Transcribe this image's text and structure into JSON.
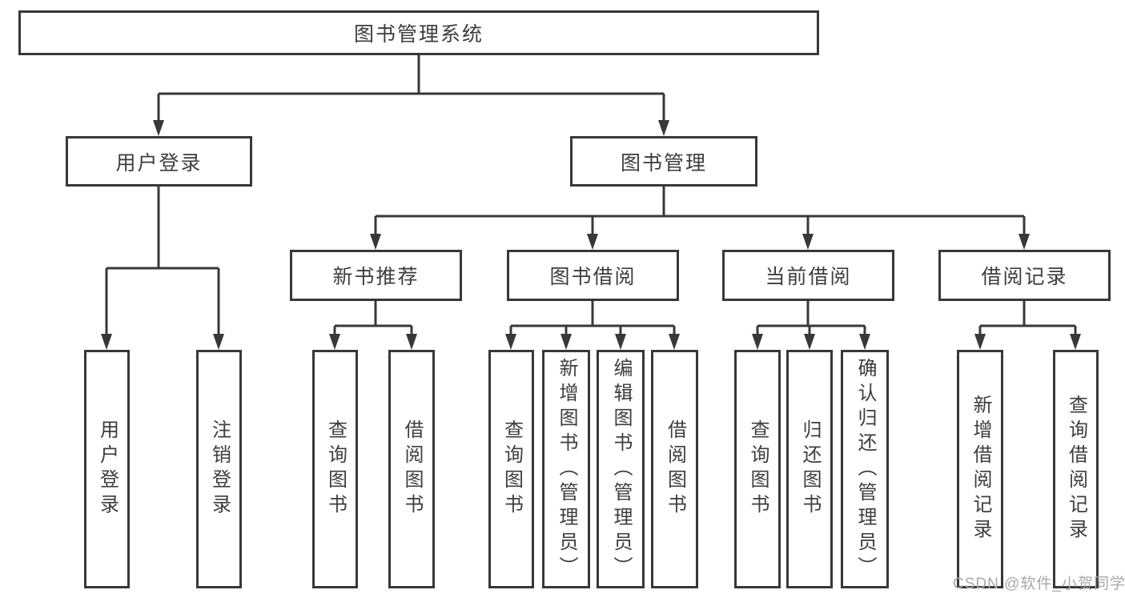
{
  "tree": {
    "root": {
      "label": "图书管理系统"
    },
    "branches": [
      {
        "label": "用户登录",
        "children": [
          {
            "label": "用户登录"
          },
          {
            "label": "注销登录"
          }
        ]
      },
      {
        "label": "图书管理",
        "children": [
          {
            "label": "新书推荐",
            "children": [
              {
                "label": "查询图书"
              },
              {
                "label": "借阅图书"
              }
            ]
          },
          {
            "label": "图书借阅",
            "children": [
              {
                "label": "查询图书"
              },
              {
                "label": "新增图书（管理员）"
              },
              {
                "label": "编辑图书（管理员）"
              },
              {
                "label": "借阅图书"
              }
            ]
          },
          {
            "label": "当前借阅",
            "children": [
              {
                "label": "查询图书"
              },
              {
                "label": "归还图书"
              },
              {
                "label": "确认归还（管理员）"
              }
            ]
          },
          {
            "label": "借阅记录",
            "children": [
              {
                "label": "新增借阅记录"
              },
              {
                "label": "查询借阅记录"
              }
            ]
          }
        ]
      }
    ]
  },
  "watermark": {
    "text": "CSDN @软件_小贺同学"
  },
  "colors": {
    "line": "#383838",
    "box_border": "#383838",
    "text": "#3d3d3d",
    "watermark": "#a9a9a9",
    "background": "#ffffff"
  }
}
